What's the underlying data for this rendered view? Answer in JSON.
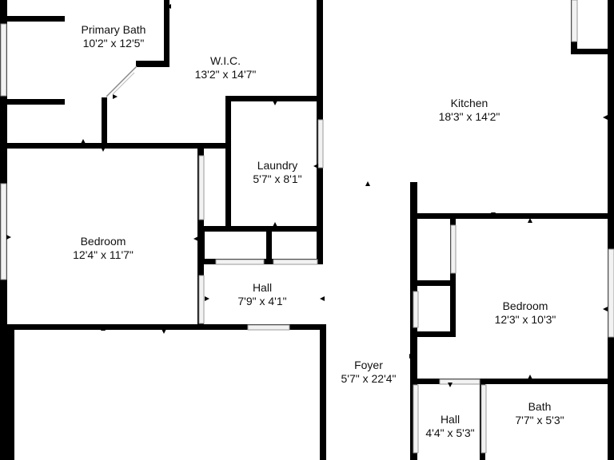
{
  "plan": {
    "wall_color": "#000000",
    "window_color": "#f2f2f2",
    "rooms": [
      {
        "id": "primary-bath",
        "name": "Primary Bath",
        "dims": "10'2\" x 12'5\""
      },
      {
        "id": "wic",
        "name": "W.I.C.",
        "dims": "13'2\" x 14'7\""
      },
      {
        "id": "kitchen",
        "name": "Kitchen",
        "dims": "18'3\" x 14'2\""
      },
      {
        "id": "laundry",
        "name": "Laundry",
        "dims": "5'7\" x 8'1\""
      },
      {
        "id": "bedroom-west",
        "name": "Bedroom",
        "dims": "12'4\" x 11'7\""
      },
      {
        "id": "hall-center",
        "name": "Hall",
        "dims": "7'9\" x 4'1\""
      },
      {
        "id": "bedroom-east",
        "name": "Bedroom",
        "dims": "12'3\" x 10'3\""
      },
      {
        "id": "foyer",
        "name": "Foyer",
        "dims": "5'7\" x 22'4\""
      },
      {
        "id": "hall-south",
        "name": "Hall",
        "dims": "4'4\" x 5'3\""
      },
      {
        "id": "bath",
        "name": "Bath",
        "dims": "7'7\" x 5'3\""
      }
    ]
  }
}
